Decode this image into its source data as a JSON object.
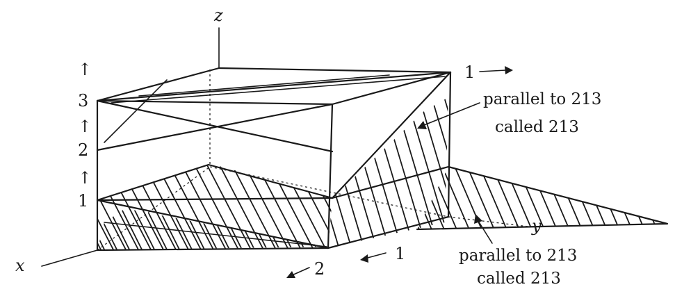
{
  "axes": {
    "x": "x",
    "y": "y",
    "z": "z"
  },
  "intercepts": {
    "z_marks": [
      "1",
      "2",
      "3"
    ],
    "top_right": "1",
    "bottom_x": "2",
    "bottom_y": "1",
    "arrow_glyph": "↑"
  },
  "annotations": {
    "upper": {
      "line1": "parallel to 213",
      "line2": "called 213"
    },
    "lower": {
      "line1": "parallel to 213",
      "line2": "called 213"
    }
  },
  "colors": {
    "ink": "#1a1a1a",
    "background": "#ffffff"
  }
}
